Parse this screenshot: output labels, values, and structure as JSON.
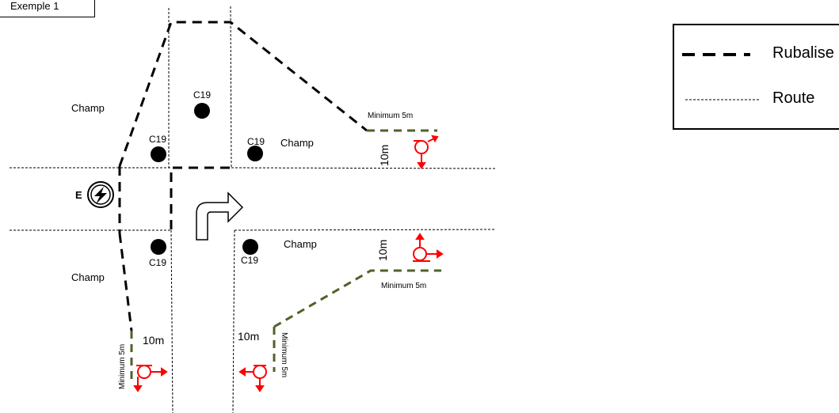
{
  "title": "Exemple 1",
  "legend": {
    "items": [
      {
        "label": "Rubalise",
        "style": "thick-dashed"
      },
      {
        "label": "Route",
        "style": "thin-dashed"
      }
    ]
  },
  "labels": {
    "champ_top_left": "Champ",
    "champ_right": "Champ",
    "champ_bottom_left": "Champ",
    "champ_bottom_right": "Champ",
    "c19_top_center": "C19",
    "c19_top_left": "C19",
    "c19_top_right": "C19",
    "c19_bottom_left": "C19",
    "c19_bottom_right": "C19",
    "min_top_right": "Minimum 5m",
    "min_bottom_right": "Minimum 5m",
    "min_bottom_left": "Minimum 5m",
    "min_bottom_center": "Minimum 5m",
    "ten_top_right": "10m",
    "ten_bottom_right": "10m",
    "ten_bottom_left": "10m",
    "ten_bottom_center": "10m",
    "sign_letter": "E"
  },
  "colors": {
    "rubalise": "#000000",
    "route": "#000000",
    "green_tape": "#4f6228",
    "turn_sign": "#ff0000"
  },
  "icons": [
    "lightning-sign-icon",
    "turn-arrow-icon",
    "roundabout-sign-icon"
  ]
}
